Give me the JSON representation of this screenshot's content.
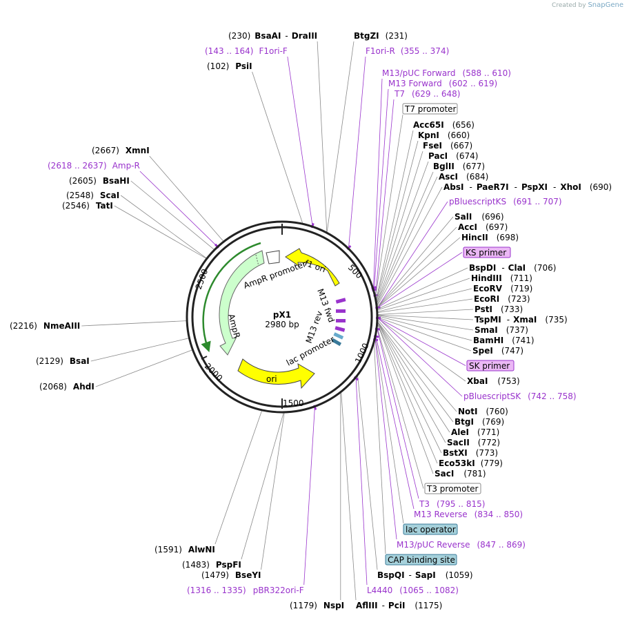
{
  "credit": {
    "prefix": "Created by",
    "brand": "SnapGene"
  },
  "plasmid": {
    "name": "pX1",
    "length_label": "2980 bp",
    "length": 2980
  },
  "ticks": [
    "500",
    "1000",
    "1500",
    "2000",
    "2500"
  ],
  "features": [
    {
      "label": "f1 ori",
      "color": "#ffff00"
    },
    {
      "label": "AmpR promoter",
      "color": "#ffffff"
    },
    {
      "label": "AmpR",
      "color": "#ccffcc"
    },
    {
      "label": "ori",
      "color": "#ffff00"
    },
    {
      "label": "lac promoter",
      "color": "#ffffff"
    },
    {
      "label": "M13 fwd",
      "color": "#9933cc"
    },
    {
      "label": "M13 rev",
      "color": "#9933cc"
    }
  ],
  "sites": [
    {
      "pos": "(230)",
      "name": "BsaAI",
      "name2": "DraIII",
      "bp": 230
    },
    {
      "name": "BtgZI",
      "pos": "(231)",
      "bp": 231
    },
    {
      "range": "(143 .. 164)",
      "name": "F1ori-F",
      "type": "primer",
      "bp": 153
    },
    {
      "name": "F1ori-R",
      "range": "(355 .. 374)",
      "type": "primer",
      "bp": 364
    },
    {
      "pos": "(102)",
      "name": "PsiI",
      "bp": 102
    },
    {
      "name": "M13/pUC Forward",
      "range": "(588 .. 610)",
      "type": "primer",
      "bp": 599
    },
    {
      "name": "M13 Forward",
      "range": "(602 .. 619)",
      "type": "primer",
      "bp": 610
    },
    {
      "name": "T7",
      "range": "(629 .. 648)",
      "type": "primer",
      "bp": 638
    },
    {
      "name": "T7 promoter",
      "type": "boxed",
      "bp": 640
    },
    {
      "name": "Acc65I",
      "pos": "(656)",
      "bp": 656
    },
    {
      "name": "KpnI",
      "pos": "(660)",
      "bp": 660
    },
    {
      "name": "FseI",
      "pos": "(667)",
      "bp": 667
    },
    {
      "name": "PacI",
      "pos": "(674)",
      "bp": 674
    },
    {
      "name": "BglII",
      "pos": "(677)",
      "bp": 677
    },
    {
      "name": "AscI",
      "pos": "(684)",
      "bp": 684
    },
    {
      "name": "AbsI",
      "name2": "PaeR7I",
      "name3": "PspXI",
      "name4": "XhoI",
      "pos": "(690)",
      "bp": 690
    },
    {
      "name": "pBluescriptKS",
      "range": "(691 .. 707)",
      "type": "primer",
      "bp": 699
    },
    {
      "name": "SalI",
      "pos": "(696)",
      "bp": 696
    },
    {
      "name": "AccI",
      "pos": "(697)",
      "bp": 697
    },
    {
      "name": "HincII",
      "pos": "(698)",
      "bp": 698
    },
    {
      "name": "KS primer",
      "type": "boxed-primer",
      "bp": 700
    },
    {
      "name": "BspDI",
      "name2": "ClaI",
      "pos": "(706)",
      "bp": 706
    },
    {
      "name": "HindIII",
      "pos": "(711)",
      "bp": 711
    },
    {
      "name": "EcoRV",
      "pos": "(719)",
      "bp": 719
    },
    {
      "name": "EcoRI",
      "pos": "(723)",
      "bp": 723
    },
    {
      "name": "PstI",
      "pos": "(733)",
      "bp": 733
    },
    {
      "name": "TspMI",
      "name2": "XmaI",
      "pos": "(735)",
      "bp": 735
    },
    {
      "name": "SmaI",
      "pos": "(737)",
      "bp": 737
    },
    {
      "name": "BamHI",
      "pos": "(741)",
      "bp": 741
    },
    {
      "name": "SpeI",
      "pos": "(747)",
      "bp": 747
    },
    {
      "name": "SK primer",
      "type": "boxed-primer",
      "bp": 750
    },
    {
      "name": "XbaI",
      "pos": "(753)",
      "bp": 753
    },
    {
      "name": "pBluescriptSK",
      "range": "(742 .. 758)",
      "type": "primer",
      "bp": 750
    },
    {
      "name": "NotI",
      "pos": "(760)",
      "bp": 760
    },
    {
      "name": "BtgI",
      "pos": "(769)",
      "bp": 769
    },
    {
      "name": "AleI",
      "pos": "(771)",
      "bp": 771
    },
    {
      "name": "SacII",
      "pos": "(772)",
      "bp": 772
    },
    {
      "name": "BstXI",
      "pos": "(773)",
      "bp": 773
    },
    {
      "name": "Eco53kI",
      "pos": "(779)",
      "bp": 779
    },
    {
      "name": "SacI",
      "pos": "(781)",
      "bp": 781
    },
    {
      "name": "T3 promoter",
      "type": "boxed",
      "bp": 800
    },
    {
      "name": "T3",
      "range": "(795 .. 815)",
      "type": "primer",
      "bp": 805
    },
    {
      "name": "M13 Reverse",
      "range": "(834 .. 850)",
      "type": "primer",
      "bp": 842
    },
    {
      "name": "lac operator",
      "type": "boxed-teal",
      "bp": 850
    },
    {
      "name": "M13/pUC Reverse",
      "range": "(847 .. 869)",
      "type": "primer",
      "bp": 858
    },
    {
      "name": "CAP binding site",
      "type": "boxed-teal",
      "bp": 880
    },
    {
      "name": "BspQI",
      "name2": "SapI",
      "pos": "(1059)",
      "bp": 1059
    },
    {
      "name": "L4440",
      "range": "(1065 .. 1082)",
      "type": "primer",
      "bp": 1073
    },
    {
      "pos": "(1179)",
      "name": "NspI",
      "bp": 1179
    },
    {
      "name": "AflIII",
      "name2": "PciI",
      "pos": "(1175)",
      "bp": 1175
    },
    {
      "range": "(1316 .. 1335)",
      "name": "pBR322ori-F",
      "type": "primer",
      "bp": 1325
    },
    {
      "pos": "(1479)",
      "name": "BseYI",
      "bp": 1479
    },
    {
      "pos": "(1483)",
      "name": "PspFI",
      "bp": 1483
    },
    {
      "pos": "(1591)",
      "name": "AlwNI",
      "bp": 1591
    },
    {
      "pos": "(2068)",
      "name": "AhdI",
      "bp": 2068
    },
    {
      "pos": "(2129)",
      "name": "BsaI",
      "bp": 2129
    },
    {
      "pos": "(2216)",
      "name": "NmeAIII",
      "bp": 2216
    },
    {
      "pos": "(2546)",
      "name": "TatI",
      "bp": 2546
    },
    {
      "pos": "(2548)",
      "name": "ScaI",
      "bp": 2548
    },
    {
      "pos": "(2605)",
      "name": "BsaHI",
      "bp": 2605
    },
    {
      "range": "(2618 .. 2637)",
      "name": "Amp-R",
      "type": "primer",
      "bp": 2627
    },
    {
      "pos": "(2667)",
      "name": "XmnI",
      "bp": 2667
    }
  ]
}
